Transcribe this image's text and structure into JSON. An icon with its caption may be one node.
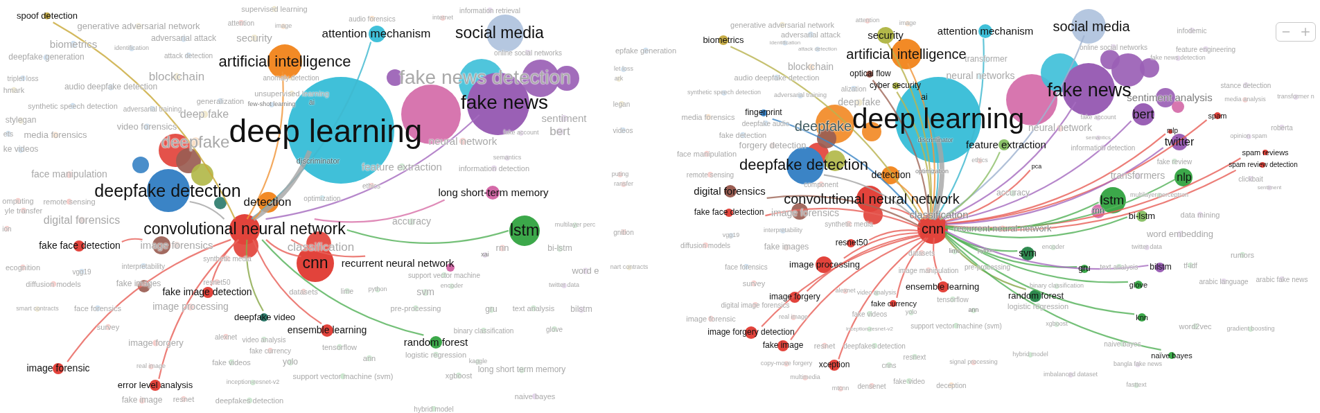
{
  "diagram": {
    "nodes": [
      {
        "text": [
          "spoof detection"
        ]
      },
      {
        "text": [
          "attention mechanism"
        ]
      },
      {
        "text": [
          "social media"
        ]
      },
      {
        "text": [
          "artificial intelligence"
        ]
      },
      {
        "text": [
          "deep learning"
        ]
      },
      {
        "text": [
          "fake news"
        ]
      },
      {
        "text": [
          "deepfake detection"
        ]
      },
      {
        "text": [
          "detection"
        ]
      },
      {
        "text": [
          "long short-term memory"
        ]
      },
      {
        "text": [
          "convolutional neural network"
        ]
      },
      {
        "text": [
          "lstm"
        ]
      },
      {
        "text": [
          "fake face detection"
        ]
      },
      {
        "text": [
          "cnn"
        ]
      },
      {
        "text": [
          "recurrent neural network"
        ]
      },
      {
        "text": [
          "fake image detection"
        ]
      },
      {
        "text": [
          "deepfake video"
        ]
      },
      {
        "text": [
          "ensemble learning"
        ]
      },
      {
        "text": [
          "random forest"
        ]
      },
      {
        "text": [
          "image forensic"
        ]
      },
      {
        "text": [
          "error level analysis"
        ]
      },
      {
        "text": [
          "biometrics"
        ]
      },
      {
        "text": [
          "security"
        ]
      },
      {
        "text": [
          "attention mechanism"
        ]
      },
      {
        "text": [
          "social media"
        ]
      },
      {
        "text": [
          "artificial intelligence"
        ]
      },
      {
        "text": [
          "optical flow"
        ]
      },
      {
        "text": [
          "cyber security"
        ]
      },
      {
        "text": [
          "ai"
        ]
      },
      {
        "text": [
          "fingerprint"
        ]
      },
      {
        "text": [
          "deep learning"
        ]
      },
      {
        "text": [
          "fake news"
        ]
      },
      {
        "text": [
          "bert"
        ]
      },
      {
        "text": [
          "spam"
        ]
      },
      {
        "text": [
          "mlp"
        ]
      },
      {
        "text": [
          "twitter"
        ]
      },
      {
        "text": [
          "feature extraction"
        ]
      },
      {
        "text": [
          "spam reviews"
        ]
      },
      {
        "text": [
          "pca"
        ]
      },
      {
        "text": [
          "spam review detection"
        ]
      },
      {
        "text": [
          "deepfake detection"
        ]
      },
      {
        "text": [
          "detection"
        ]
      },
      {
        "text": [
          "nlp"
        ]
      },
      {
        "text": [
          "digital forensics"
        ]
      },
      {
        "text": [
          "convolutional neural network"
        ]
      },
      {
        "text": [
          "lstm"
        ]
      },
      {
        "text": [
          "fake face detection"
        ]
      },
      {
        "text": [
          "bi-lstm"
        ]
      },
      {
        "text": [
          "cnn"
        ]
      },
      {
        "text": [
          "resnet50"
        ]
      },
      {
        "text": [
          "svm"
        ]
      },
      {
        "text": [
          "image processing"
        ]
      },
      {
        "text": [
          "gru"
        ]
      },
      {
        "text": [
          "bilstm"
        ]
      },
      {
        "text": [
          "glove"
        ]
      },
      {
        "text": [
          "ensemble learning"
        ]
      },
      {
        "text": [
          "random forest"
        ]
      },
      {
        "text": [
          "image forgery"
        ]
      },
      {
        "text": [
          "fake currency"
        ]
      },
      {
        "text": [
          "knn"
        ]
      },
      {
        "text": [
          "image forgery detection"
        ]
      },
      {
        "text": [
          "fake image"
        ]
      },
      {
        "text": [
          "naïve bayes"
        ]
      },
      {
        "text": [
          "xception"
        ]
      }
    ],
    "edges": [
      {
        "from": 9,
        "to": 0,
        "arrow": "none",
        "color": "#c9a93a"
      },
      {
        "from": 9,
        "to": 1,
        "arrow": "none",
        "color": "#3fb8cf"
      },
      {
        "from": 9,
        "to": 3,
        "arrow": "none",
        "color": "#f0963a"
      },
      {
        "from": 9,
        "to": 4,
        "arrow": "none",
        "style": "thick",
        "color": "#a6a6a6"
      },
      {
        "from": 9,
        "to": 5,
        "arrow": "none",
        "color": "#a66cc0"
      },
      {
        "from": 9,
        "to": 6,
        "arrow": "none",
        "color": "#a6a6a6"
      },
      {
        "from": 9,
        "to": 7,
        "arrow": "none",
        "color": "#f0963a"
      },
      {
        "from": 9,
        "to": 8,
        "arrow": "none",
        "color": "#d872a8"
      },
      {
        "from": 9,
        "to": 10,
        "arrow": "none",
        "color": "#55b25a"
      },
      {
        "from": 9,
        "to": 11,
        "arrow": "none"
      },
      {
        "from": 9,
        "to": 12,
        "arrow": "none"
      },
      {
        "from": 9,
        "to": 13,
        "arrow": "none"
      },
      {
        "from": 9,
        "to": 14,
        "arrow": "none"
      },
      {
        "from": 9,
        "to": 15,
        "arrow": "none",
        "color": "#8aa84a"
      },
      {
        "from": 9,
        "to": 16,
        "arrow": "none"
      },
      {
        "from": 9,
        "to": 17,
        "arrow": "none",
        "color": "#55b25a"
      },
      {
        "from": 9,
        "to": 18,
        "arrow": "none"
      },
      {
        "from": 9,
        "to": 19,
        "arrow": "none"
      },
      {
        "from": 47,
        "to": 20,
        "arrow": "none",
        "color": "#b9b350"
      },
      {
        "from": 47,
        "to": 21,
        "arrow": "none",
        "color": "#b9b350"
      },
      {
        "from": 47,
        "to": 22,
        "arrow": "none",
        "color": "#3fb8cf"
      },
      {
        "from": 47,
        "to": 23,
        "arrow": "none",
        "color": "#9fb2cf"
      },
      {
        "from": 47,
        "to": 24,
        "arrow": "none",
        "color": "#f0963a"
      },
      {
        "from": 47,
        "to": 25,
        "arrow": "none",
        "color": "#a0695a"
      },
      {
        "from": 47,
        "to": 26,
        "arrow": "none",
        "color": "#b9b350"
      },
      {
        "from": 47,
        "to": 27,
        "arrow": "none",
        "color": "#3fb8cf"
      },
      {
        "from": 47,
        "to": 28,
        "arrow": "none",
        "color": "#3d86c6"
      },
      {
        "from": 47,
        "to": 29,
        "arrow": "none",
        "style": "thick",
        "color": "#a6a6a6"
      },
      {
        "from": 47,
        "to": 30,
        "arrow": "none",
        "color": "#a66cc0"
      },
      {
        "from": 47,
        "to": 31,
        "arrow": "none",
        "color": "#a66cc0"
      },
      {
        "from": 47,
        "to": 32,
        "arrow": "none"
      },
      {
        "from": 47,
        "to": 33,
        "arrow": "none"
      },
      {
        "from": 47,
        "to": 34,
        "arrow": "none",
        "color": "#a66cc0"
      },
      {
        "from": 47,
        "to": 35,
        "arrow": "none",
        "color": "#8fc06a"
      },
      {
        "from": 47,
        "to": 36,
        "arrow": "none"
      },
      {
        "from": 47,
        "to": 37,
        "arrow": "none"
      },
      {
        "from": 47,
        "to": 38,
        "arrow": "none"
      },
      {
        "from": 47,
        "to": 39,
        "arrow": "none",
        "color": "#a6a6a6"
      },
      {
        "from": 47,
        "to": 40,
        "arrow": "none",
        "color": "#f0963a"
      },
      {
        "from": 47,
        "to": 41,
        "arrow": "none",
        "color": "#55b25a"
      },
      {
        "from": 47,
        "to": 42,
        "arrow": "none",
        "color": "#a0695a"
      },
      {
        "from": 47,
        "to": 43,
        "arrow": "none"
      },
      {
        "from": 47,
        "to": 44,
        "arrow": "none",
        "color": "#55b25a"
      },
      {
        "from": 47,
        "to": 45,
        "arrow": "none"
      },
      {
        "from": 47,
        "to": 46,
        "arrow": "none",
        "color": "#55b25a"
      },
      {
        "from": 47,
        "to": 48,
        "arrow": "none"
      },
      {
        "from": 47,
        "to": 49,
        "arrow": "none",
        "color": "#55b25a"
      },
      {
        "from": 47,
        "to": 50,
        "arrow": "none"
      },
      {
        "from": 47,
        "to": 51,
        "arrow": "none",
        "color": "#55b25a"
      },
      {
        "from": 47,
        "to": 52,
        "arrow": "none",
        "color": "#a66cc0"
      },
      {
        "from": 47,
        "to": 53,
        "arrow": "none",
        "color": "#55b25a"
      },
      {
        "from": 47,
        "to": 54,
        "arrow": "none"
      },
      {
        "from": 47,
        "to": 55,
        "arrow": "none",
        "color": "#8aa84a"
      },
      {
        "from": 47,
        "to": 56,
        "arrow": "none"
      },
      {
        "from": 47,
        "to": 57,
        "arrow": "none"
      },
      {
        "from": 47,
        "to": 58,
        "arrow": "none",
        "color": "#55b25a"
      },
      {
        "from": 47,
        "to": 59,
        "arrow": "none"
      },
      {
        "from": 47,
        "to": 60,
        "arrow": "none"
      },
      {
        "from": 47,
        "to": 61,
        "arrow": "none",
        "color": "#55b25a"
      },
      {
        "from": 47,
        "to": 62,
        "arrow": "none"
      }
    ],
    "labels": [
      "generative adversarial network",
      "adversarial attack",
      "biometrics",
      "identification",
      "deepfake generation",
      "attack detection",
      "supervised learning",
      "attention",
      "image",
      "audio forensics",
      "information retrieval",
      "internet",
      "security",
      "online social networks",
      "blockchain",
      "triplet loss",
      "anomaly detection",
      "fake news detection",
      "hmark",
      "audio deepfake detection",
      "unsupervised learning",
      "generalization",
      "synthetic speech detection",
      "adversarial training",
      "few-shot learning",
      "ai",
      "sentiment",
      "deep fake",
      "stylegan",
      "video forensics",
      "bert",
      "fake account",
      "ets",
      "media forensics",
      "neural network",
      "deepfake",
      "ke videos",
      "semantics",
      "discriminator",
      "feature extraction",
      "information detection",
      "face manipulation",
      "ethics",
      "optimization",
      "omputing",
      "remote sensing",
      "yle transfer",
      "digital forensics",
      "accuracy",
      "multilayer perc",
      "ion",
      "rnn",
      "image forensics",
      "classification",
      "xai",
      "bi-lstm",
      "synthetic media",
      "interpretability",
      "ecognition",
      "word e",
      "vgg19",
      "support vector machine",
      "resnet50",
      "diffusion models",
      "fake images",
      "encoder",
      "twitter data",
      "python",
      "lime",
      "datasets",
      "svm",
      "image processing",
      "smart contracts",
      "face forensics",
      "pre-processing",
      "text analysis",
      "gru",
      "bilstm",
      "survey",
      "glove",
      "binary classification",
      "alexnet",
      "video analysis",
      "image forgery",
      "tensorflow",
      "fake currency",
      "logistic regression",
      "ann",
      "kaggle",
      "fake videos",
      "yolo",
      "real image",
      "long short term memory",
      "xgboost",
      "support vector machine (svm)",
      "inception-resnet-v2",
      "naive bayes",
      "resnet",
      "fake image",
      "deepfakes detection",
      "hybrid model",
      "generative adversarial network",
      "adversarial attack",
      "identification",
      "epfake generation",
      "attack detection",
      "blockchain",
      "let loss",
      "audio deepfake detection",
      "ark",
      "synthetic speech detection",
      "adversarial training",
      "legan",
      "media forensics",
      "deepfake audio",
      "videos",
      "fake detection",
      "forgery detection",
      "face manipulation",
      "puting",
      "remote sensing",
      "ransfer",
      "component",
      "image forensics",
      "synthetic media",
      "interpretability",
      "gnition",
      "vgg19",
      "diffusion models",
      "fake images",
      "nart contracts",
      "face forensics",
      "survey",
      "digital image forensics",
      "image forensic",
      "real image",
      "resnet",
      "copy-move forgery",
      "multimedia",
      "attention",
      "image",
      "transformer",
      "neural networks",
      "alization",
      "deep fake",
      "deepfake",
      "discriminator",
      "neural network",
      "ethics",
      "optimization",
      "accuracy",
      "classification",
      "recurrent neural network",
      "encoder",
      "datasets",
      "lime",
      "python",
      "pre-processing",
      "image manipulation",
      "alexnet",
      "video analysis",
      "binary classification",
      "tensorflow",
      "logistic regression",
      "ann",
      "fake videos",
      "yolo",
      "support vector machine (svm)",
      "xgboost",
      "inception-resnet-v2",
      "deepfakes detection",
      "hybrid model",
      "resnext",
      "signal processing",
      "cnns",
      "imbalanced dataset",
      "fake video",
      "deception",
      "densenet",
      "mtcnn",
      "infodemic",
      "online social networks",
      "feature engineering",
      "fake news detection",
      "stance detection",
      "transformer n",
      "sentiment analysis",
      "media analysis",
      "fake account",
      "roberta",
      "opinion spam",
      "semantics",
      "information detection",
      "fake review",
      "transformers",
      "clickbait",
      "sentiment",
      "multilayer perceptron",
      "rnn",
      "data mining",
      "word embedding",
      "twitter data",
      "rumors",
      "text analysis",
      "tf-idf",
      "arabic language",
      "arabic fake news",
      "word2vec",
      "gradient boosting",
      "naive bayes",
      "bangla fake news",
      "fasttext"
    ]
  }
}
